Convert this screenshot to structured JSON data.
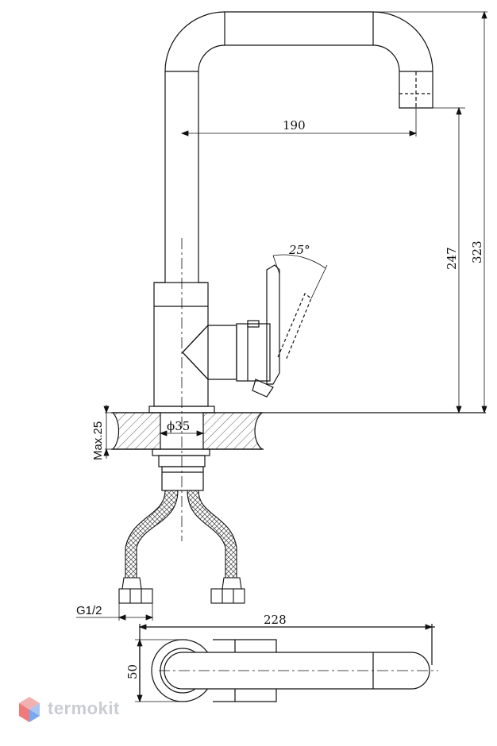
{
  "dimensions": {
    "spout_reach": "190",
    "spout_outlet_height": "247",
    "total_height": "323",
    "handle_angle": "25°",
    "max_thickness": "Max.25",
    "hole_diameter": "ϕ35",
    "thread": "G1/2",
    "top_length": "228",
    "top_width": "50"
  },
  "brand": {
    "name": "termokit",
    "logo_colors": [
      "#f07a7a",
      "#7aa8f0",
      "#f3b0b0",
      "#a9c6f3"
    ]
  },
  "colors": {
    "line": "#111111",
    "brand_text": "#c9ccd3"
  }
}
